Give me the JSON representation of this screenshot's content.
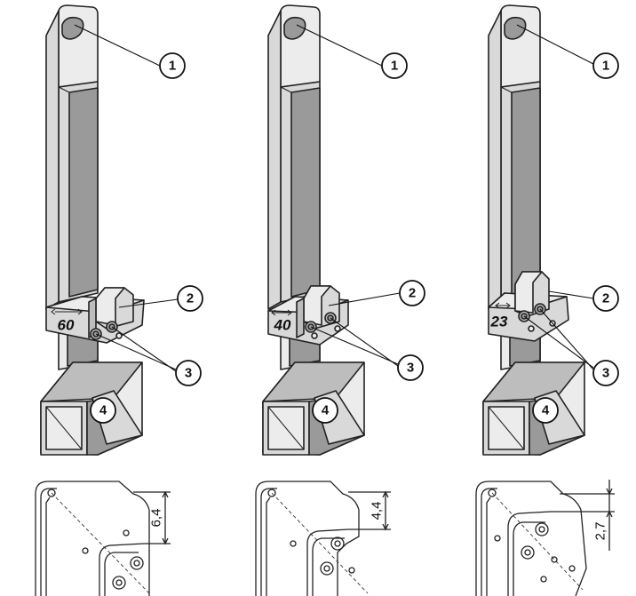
{
  "callouts": {
    "c1": "1",
    "c2": "2",
    "c3": "3",
    "c4": "4"
  },
  "variants": [
    {
      "badge": "60",
      "dimension": "6,4"
    },
    {
      "badge": "40",
      "dimension": "4,4"
    },
    {
      "badge": "23",
      "dimension": "2,7"
    }
  ]
}
